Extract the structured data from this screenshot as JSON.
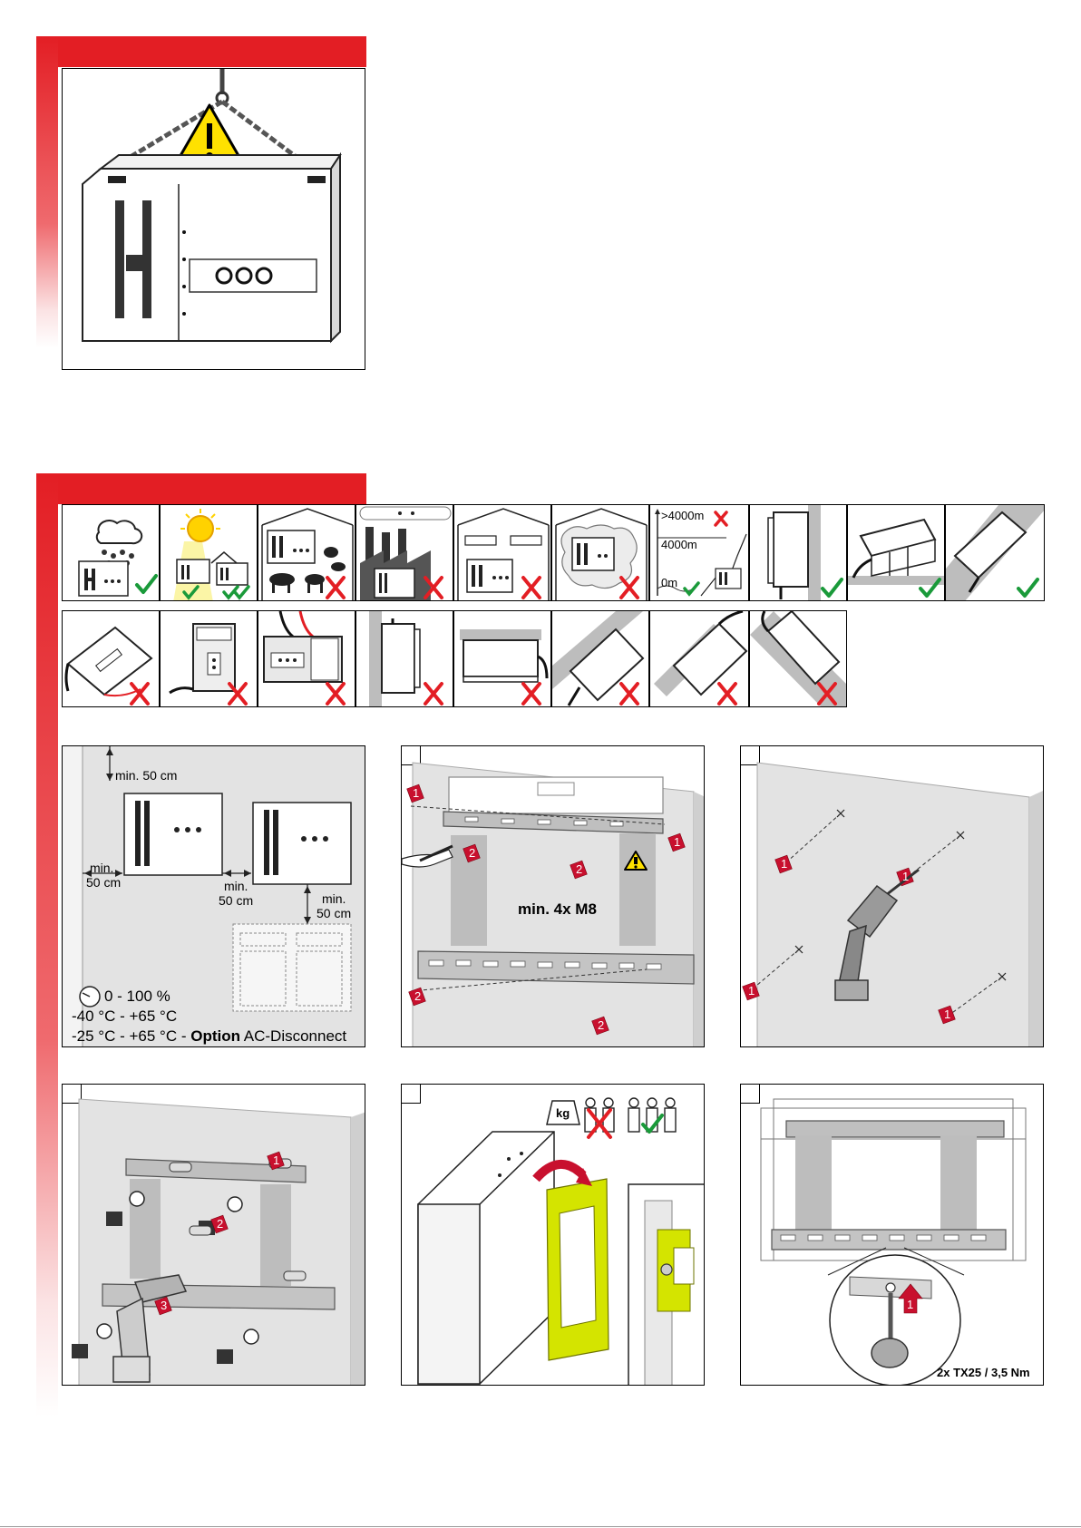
{
  "section_top": {
    "figure": "lifting-warning"
  },
  "installation_location": {
    "row1": [
      {
        "name": "rain-cell",
        "result": "no"
      },
      {
        "name": "sun-cell",
        "result": "yes"
      },
      {
        "name": "animals-cell",
        "result": "no"
      },
      {
        "name": "industry-cell",
        "result": "no"
      },
      {
        "name": "living-room-cell",
        "result": "no"
      },
      {
        "name": "dust-cell",
        "result": "no"
      },
      {
        "name": "altitude-cell",
        "result": "mixed",
        "labels": [
          ">4000m",
          "4000m",
          "0m"
        ]
      },
      {
        "name": "vertical-mount-cell",
        "result": "yes"
      },
      {
        "name": "tilted-floor-cell",
        "result": "yes"
      },
      {
        "name": "tilted-wall-cell",
        "result": "yes"
      }
    ],
    "row2": [
      {
        "name": "flat-floor-cell",
        "result": "no"
      },
      {
        "name": "upright-front-cell",
        "result": "no"
      },
      {
        "name": "horizontal-wall-cell",
        "result": "no"
      },
      {
        "name": "sideways-cell",
        "result": "no"
      },
      {
        "name": "overhead-cell",
        "result": "no"
      },
      {
        "name": "tilted-down-cell",
        "result": "no"
      },
      {
        "name": "tilted-back-cell",
        "result": "no"
      },
      {
        "name": "tilted-over-cell",
        "result": "no"
      }
    ]
  },
  "steps": {
    "clearance": {
      "top": "min. 50 cm",
      "left_1": "min.",
      "left_2": "50 cm",
      "mid_1": "min.",
      "mid_2": "50 cm",
      "right_1": "min.",
      "right_2": "50 cm",
      "humidity": "0 - 100 %",
      "temp": "-40 °C - +65 °C",
      "temp_option_pre": "-25 °C - +65 °C - ",
      "temp_option_bold": "Option",
      "temp_option_post": " AC-Disconnect"
    },
    "mark_holes": {
      "label": "min. 4x M8",
      "markers": [
        "1",
        "2",
        "2",
        "1",
        "2",
        "2"
      ]
    },
    "drill": {
      "markers": [
        "1",
        "1",
        "1",
        "1"
      ]
    },
    "fasten": {
      "markers": [
        "1",
        "2",
        "3"
      ]
    },
    "hang": {
      "weight_label": "kg"
    },
    "screw": {
      "torque": "2x TX25 / 3,5 Nm",
      "marker": "1"
    }
  },
  "colors": {
    "accent_red": "#e31e24",
    "check_green": "#1a9a3a",
    "cross_red": "#e31e24",
    "bracket_yellow": "#d4e400",
    "wall_grey": "#e3e3e3"
  }
}
